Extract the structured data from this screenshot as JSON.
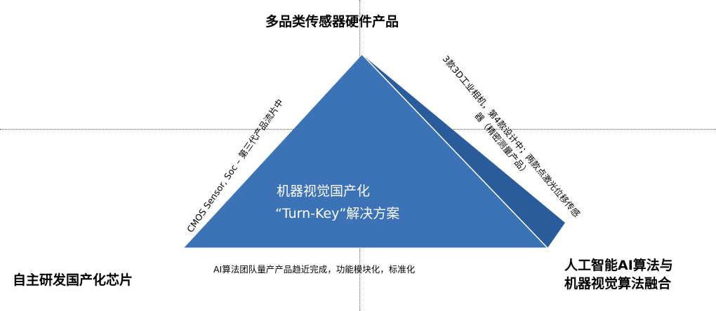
{
  "labels": {
    "top": "多品类传感器硬件产品",
    "left": "自主研发国产化芯片",
    "right_line1": "人工智能AI算法与",
    "right_line2": "机器视觉算法融合",
    "bottom": "AI算法团队量产产品趋近完成，功能模块化，标准化",
    "left_edge": "CMOS Sensor, Soc – 第三代产品流片中",
    "right_edge_line1": "3款3D工业相机，第4款设计中；两款点激光位移传感",
    "right_edge_line2": "器（精密测量产品）"
  },
  "center": {
    "line1": "机器视觉国产化",
    "line2": "“Turn-Key”解决方案"
  },
  "colors": {
    "front_face": "#3b73b6",
    "side_face": "#2a5c9b",
    "edge": "#ffffff"
  }
}
